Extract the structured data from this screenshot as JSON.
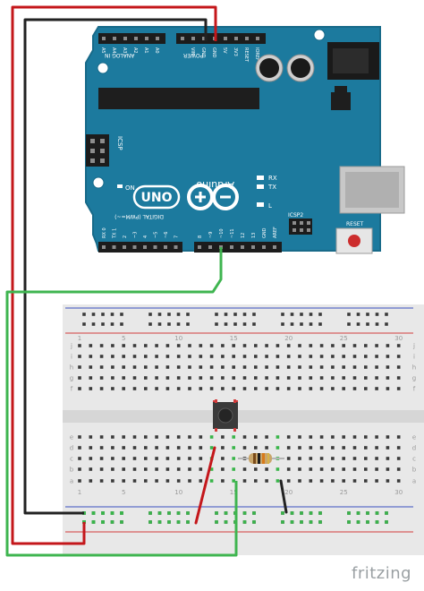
{
  "board": {
    "brand": "Arduino",
    "model": "UNO",
    "on_label": "ON",
    "tx_label": "TX",
    "rx_label": "RX",
    "l_label": "L",
    "icsp_label": "ICSP",
    "icsp2_label": "ICSP2",
    "reset_label": "RESET",
    "analog_in_label": "ANALOG IN",
    "power_label": "POWER",
    "digital_label": "DIGITAL (PWM=~)",
    "analog_pins": [
      "A0",
      "A1",
      "A2",
      "A3",
      "A4",
      "A5"
    ],
    "power_pins": [
      "IOREF",
      "RESET",
      "3V3",
      "5V",
      "GND",
      "GND",
      "VIN"
    ],
    "digital_pins_high": [
      "AREF",
      "GND",
      "13",
      "12",
      "~11",
      "~10",
      "~9",
      "8"
    ],
    "digital_pins_low": [
      "7",
      "~6",
      "~5",
      "4",
      "~3",
      "2",
      "TX 1",
      "RX 0"
    ],
    "colors": {
      "pcb": "#1c7a9e",
      "pcb_edge": "#186a89",
      "header": "#1c1c1c",
      "chip": "#1e1e1e"
    }
  },
  "breadboard": {
    "row_letters_top": [
      "j",
      "i",
      "h",
      "g",
      "f"
    ],
    "row_letters_bottom": [
      "e",
      "d",
      "c",
      "b",
      "a"
    ],
    "column_numbers": [
      "1",
      "5",
      "10",
      "15",
      "20",
      "25",
      "30"
    ],
    "colors": {
      "body": "#e8e8e8",
      "rail_red": "#d23b3b",
      "rail_blue": "#3a4fbf",
      "hole": "#3a3a3a",
      "active_hole": "#39b54a"
    }
  },
  "wires": [
    {
      "name": "red-5v-wire",
      "color": "#c4171b"
    },
    {
      "name": "black-gnd-wire",
      "color": "#222222"
    },
    {
      "name": "green-pin2-wire",
      "color": "#3fb550"
    }
  ],
  "components": [
    {
      "name": "pushbutton",
      "color": "#3a3a3a"
    },
    {
      "name": "resistor",
      "color": "#c9a66b"
    }
  ],
  "watermark": "fritzing"
}
